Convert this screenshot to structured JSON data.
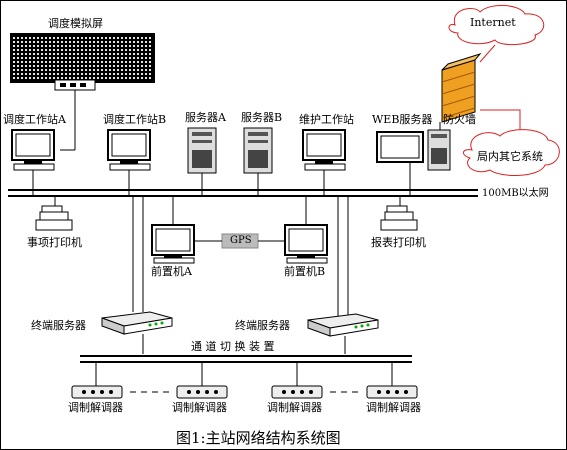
{
  "diagram": {
    "wall_panel": "调度模拟屏",
    "workstation_a": "调度工作站A",
    "workstation_b": "调度工作站B",
    "server_a": "服务器A",
    "server_b": "服务器B",
    "maintenance": "维护工作站",
    "web_server": "WEB服务器",
    "firewall": "防火墙",
    "internet": "Internet",
    "intranet": "局内其它系统",
    "ethernet": "100MB以太网",
    "event_printer": "事项打印机",
    "report_printer": "报表打印机",
    "gps": "GPS",
    "frontend_a": "前置机A",
    "frontend_b": "前置机B",
    "terminal_server_left": "终端服务器",
    "terminal_server_right": "终端服务器",
    "switch_device": "通 道 切 换 装 置",
    "modems": [
      "调制解调器",
      "调制解调器",
      "调制解调器",
      "调制解调器"
    ],
    "caption": "图1:主站网络结构系统图",
    "colors": {
      "firewall": "#f0a020",
      "cloud": "#dd2222"
    }
  }
}
